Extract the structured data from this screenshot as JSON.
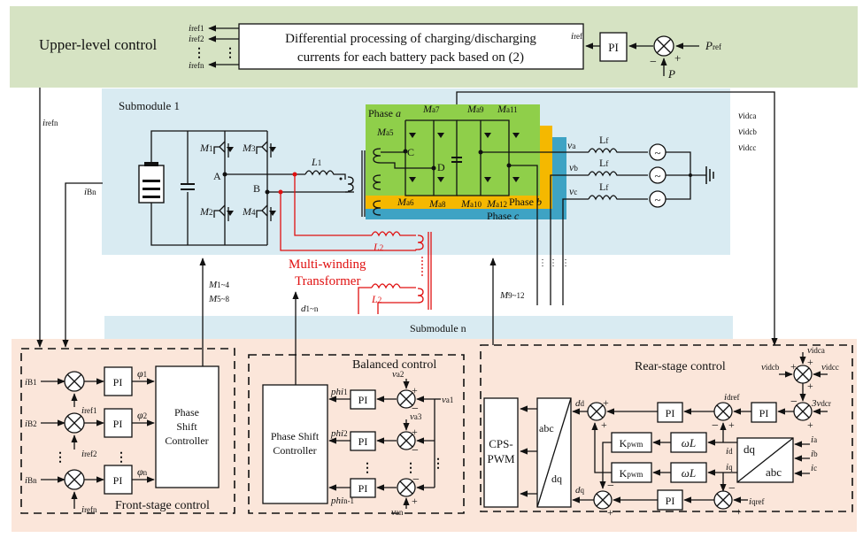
{
  "upper": {
    "title": "Upper-level control",
    "box_line1": "Differential processing of charging/discharging",
    "box_line2": "currents for each battery pack based on (2)",
    "out_labels": [
      "i",
      "ref1",
      "i",
      "ref2",
      "i",
      "refn"
    ],
    "iref": "i",
    "iref_sub": "ref",
    "pi": "PI",
    "pref": "P",
    "pref_sub": "ref",
    "p": "P",
    "plus": "+",
    "minus": "−"
  },
  "submodule1": {
    "title": "Submodule 1",
    "switches": [
      "M",
      "1",
      "M",
      "3",
      "M",
      "2",
      "M",
      "4"
    ],
    "node_a": "A",
    "node_b": "B",
    "l1": "L",
    "l1_sub": "1",
    "ibn": "i",
    "ibn_sub": "Bn",
    "irefn": "i",
    "irefn_sub": "refn"
  },
  "phases": {
    "phase_a": "Phase ",
    "phase_a_it": "a",
    "phase_b": "Phase ",
    "phase_b_it": "b",
    "phase_c": "Phase ",
    "phase_c_it": "c",
    "switches_top": [
      "a5",
      "a7",
      "a9",
      "a11"
    ],
    "switches_bot": [
      "a6",
      "a8",
      "a10",
      "a12"
    ],
    "m": "M",
    "node_c": "C",
    "node_d": "D",
    "colors": {
      "a": "#8fcf4a",
      "b": "#f5b800",
      "c": "#3ea3c4"
    }
  },
  "grid": {
    "va": "v",
    "va_sub": "a",
    "vb": "v",
    "vb_sub": "b",
    "vc": "v",
    "vc_sub": "c",
    "lf": "L",
    "lf_sub": "f",
    "vidc": [
      "idca",
      "idcb",
      "idcc"
    ]
  },
  "transformer": {
    "label1": "Multi-winding",
    "label2": "Transformer",
    "l2": "L",
    "l2_sub": "2",
    "color": "#e01010"
  },
  "signals": {
    "m14": "M",
    "m14_sub": "1~4",
    "m58": "M",
    "m58_sub": "5~8",
    "d1n": "d",
    "d1n_sub": "1~n",
    "m912": "M",
    "m912_sub": "9~12"
  },
  "submodule_n": {
    "title": "Submodule n"
  },
  "front_stage": {
    "title": "Front-stage control",
    "inputs": [
      [
        "i",
        "B1"
      ],
      [
        "i",
        "B2"
      ],
      [
        "i",
        "Bn"
      ]
    ],
    "refs": [
      [
        "i",
        "ref1"
      ],
      [
        "i",
        "ref2"
      ],
      [
        "i",
        "refn"
      ]
    ],
    "phis": [
      [
        "φ",
        "1"
      ],
      [
        "φ",
        "2"
      ],
      [
        "φ",
        "n"
      ]
    ],
    "pi": "PI",
    "psc": [
      "Phase",
      "Shift",
      "Controller"
    ]
  },
  "balanced": {
    "title": "Balanced control",
    "psc": [
      "Phase Shift",
      "Controller"
    ],
    "phis": [
      [
        "phi",
        "1"
      ],
      [
        "phi",
        "2"
      ],
      [
        "phi",
        "n-1"
      ]
    ],
    "v": [
      [
        "v",
        "a1"
      ],
      [
        "v",
        "a2"
      ],
      [
        "v",
        "a3"
      ],
      [
        "v",
        "an"
      ]
    ],
    "pi": "PI"
  },
  "rear_stage": {
    "title": "Rear-stage control",
    "cps": [
      "CPS-",
      "PWM"
    ],
    "abc": "abc",
    "dq": "dq",
    "dd": [
      "d",
      "d"
    ],
    "dq_out": [
      "d",
      "q"
    ],
    "kpwm": [
      "K",
      "pwm"
    ],
    "wl": "ωL",
    "pi": "PI",
    "idref": [
      "i",
      "dref"
    ],
    "iqref": [
      "i",
      "qref"
    ],
    "id": [
      "i",
      "d"
    ],
    "iq": [
      "i",
      "q"
    ],
    "ia": [
      "i",
      "a"
    ],
    "ib": [
      "i",
      "b"
    ],
    "ic": [
      "i",
      "c"
    ],
    "vidca": [
      "v",
      "idca"
    ],
    "vidcb": [
      "v",
      "idcb"
    ],
    "vidcc": [
      "v",
      "idcc"
    ],
    "vdcr": [
      "3v",
      "dcr"
    ]
  },
  "colors": {
    "upper_bg": "#d6e3c3",
    "sub_bg": "#d9ebf2",
    "control_bg": "#fbe6da"
  }
}
